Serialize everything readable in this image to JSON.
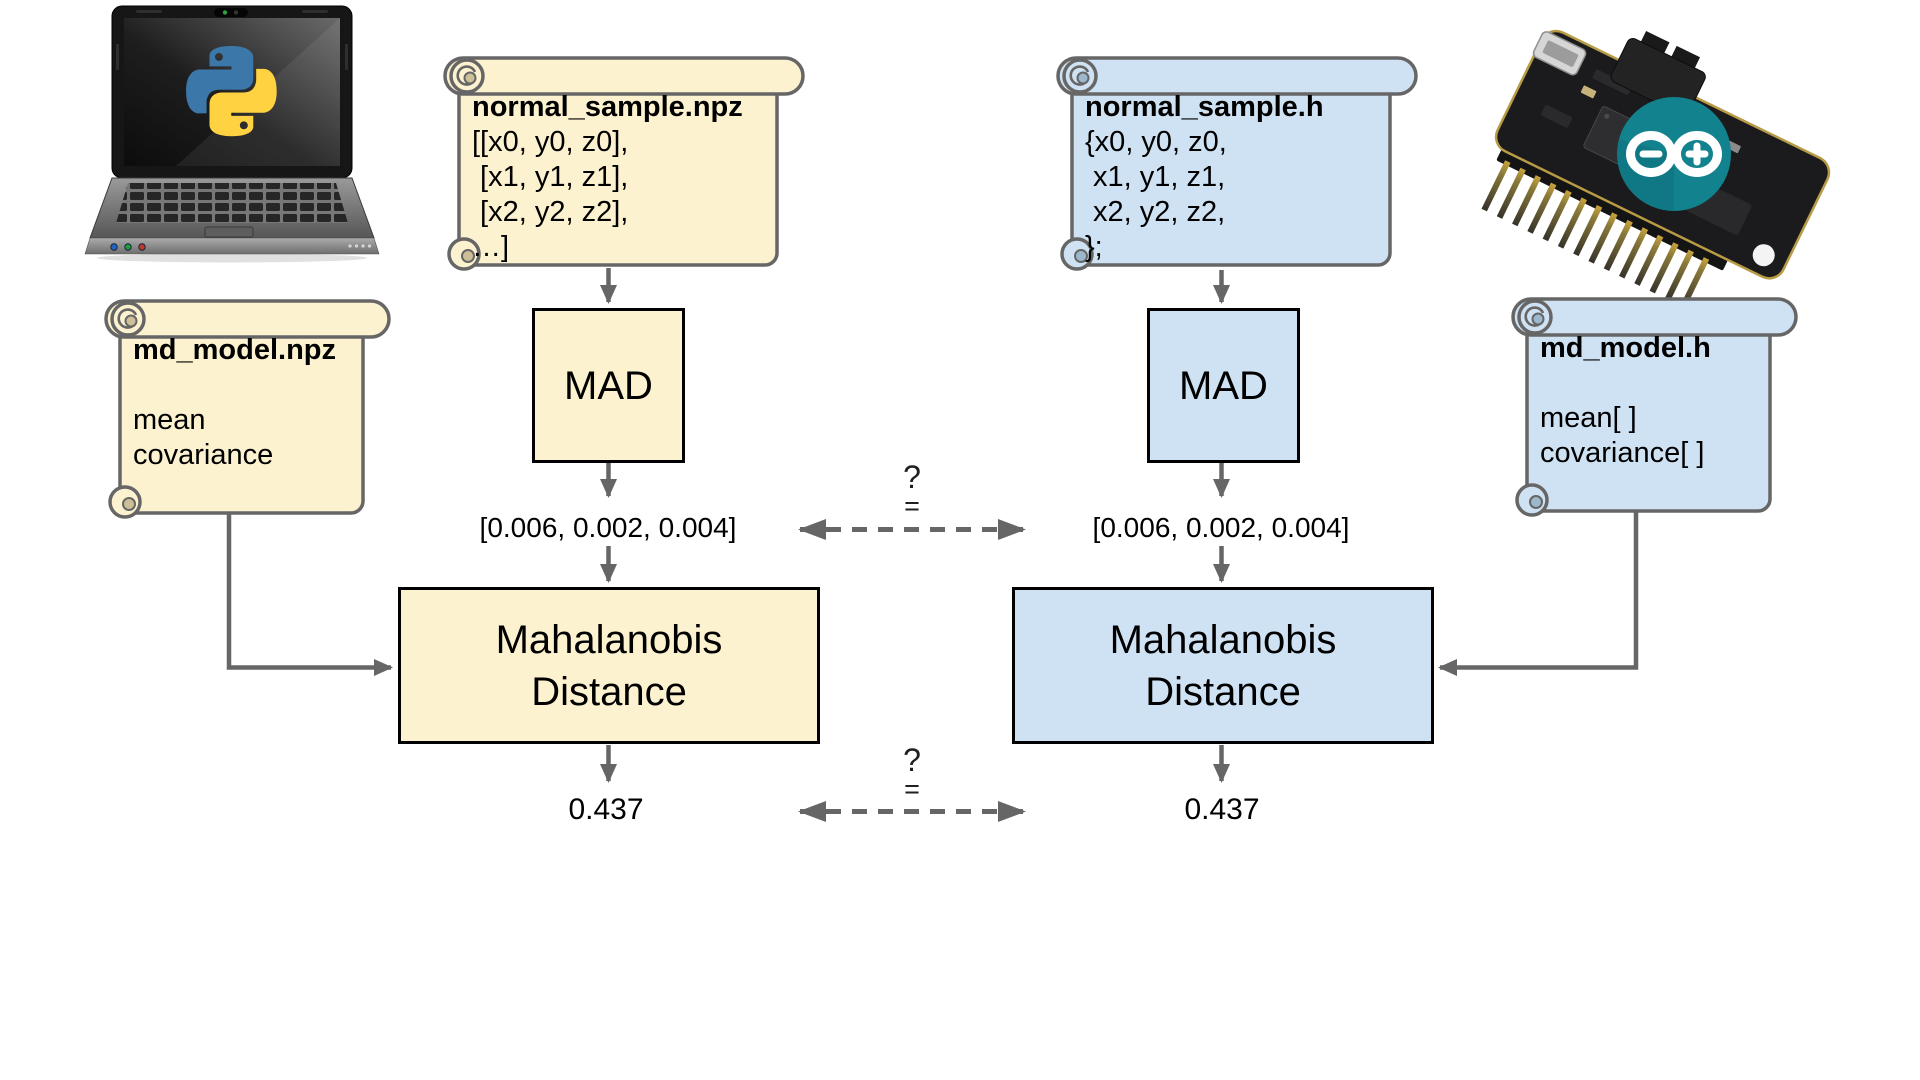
{
  "canvas": {
    "background": "#ffffff"
  },
  "colors": {
    "python_fill": "#fcf2cf",
    "arduino_fill": "#cfe2f3",
    "paper_border": "#666666",
    "box_border": "#000000",
    "connector_gray": "#666666",
    "arduino_teal": "#12828e",
    "python_blue": "#3b77a9",
    "python_yellow": "#ffd242"
  },
  "icons": {
    "laptop": "python-laptop-illustration",
    "python_logo": "python-logo",
    "board": "arduino-feather-board-illustration",
    "arduino_logo": "arduino-logo"
  },
  "python_pipeline": {
    "sample_file": {
      "title": "normal_sample.npz",
      "lines": [
        "[[x0, y0, z0],",
        " [x1, y1, z1],",
        " [x2, y2, z2],",
        "…]"
      ]
    },
    "model_file": {
      "title": "md_model.npz",
      "lines": [
        "mean",
        "covariance"
      ]
    },
    "mad_label": "MAD",
    "mad_output": "[0.006, 0.002, 0.004]",
    "distance_label_line1": "Mahalanobis",
    "distance_label_line2": "Distance",
    "distance_output": "0.437"
  },
  "arduino_pipeline": {
    "sample_file": {
      "title": "normal_sample.h",
      "lines": [
        "{x0, y0, z0,",
        " x1, y1, z1,",
        " x2, y2, z2,",
        "};"
      ]
    },
    "model_file": {
      "title": "md_model.h",
      "lines": [
        "mean[ ]",
        "covariance[ ]"
      ]
    },
    "mad_label": "MAD",
    "mad_output": "[0.006, 0.002, 0.004]",
    "distance_label_line1": "Mahalanobis",
    "distance_label_line2": "Distance",
    "distance_output": "0.437"
  },
  "comparison": {
    "top": {
      "question": "?",
      "equals": "="
    },
    "bottom": {
      "question": "?",
      "equals": "="
    }
  }
}
